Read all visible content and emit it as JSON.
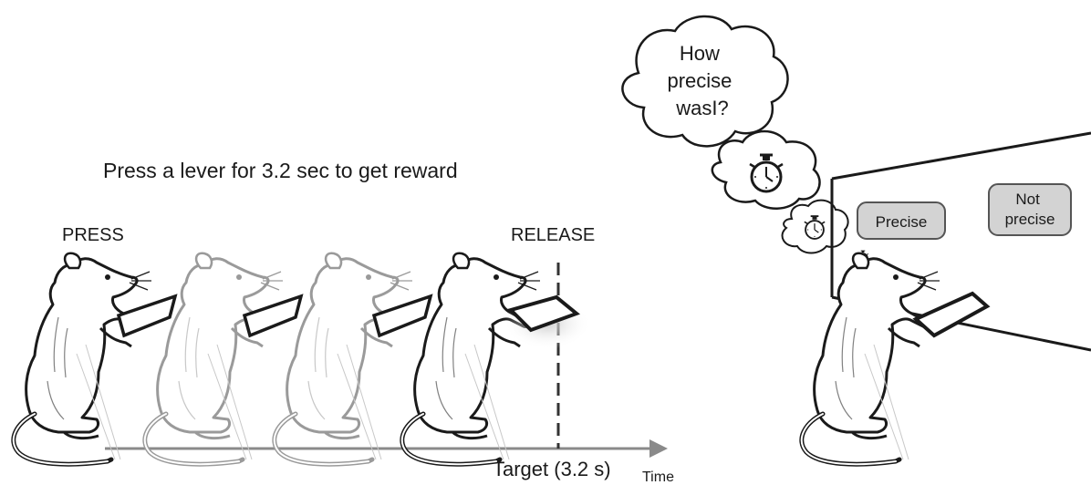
{
  "task": {
    "instruction": "Press a lever for 3.2 sec to get reward",
    "press_label": "PRESS",
    "release_label": "RELEASE",
    "target_label": "Target (3.2 s)",
    "time_label": "Time"
  },
  "metacognition": {
    "thought_lines": [
      "How",
      "precise",
      "wasI?"
    ],
    "precise_button": "Precise",
    "not_precise_lines": [
      "Not",
      "precise"
    ]
  },
  "colors": {
    "ink": "#1a1a1a",
    "faded_ink": "#9a9a9a",
    "axis": "#8a8a8a",
    "button_fill": "#d3d3d3"
  }
}
